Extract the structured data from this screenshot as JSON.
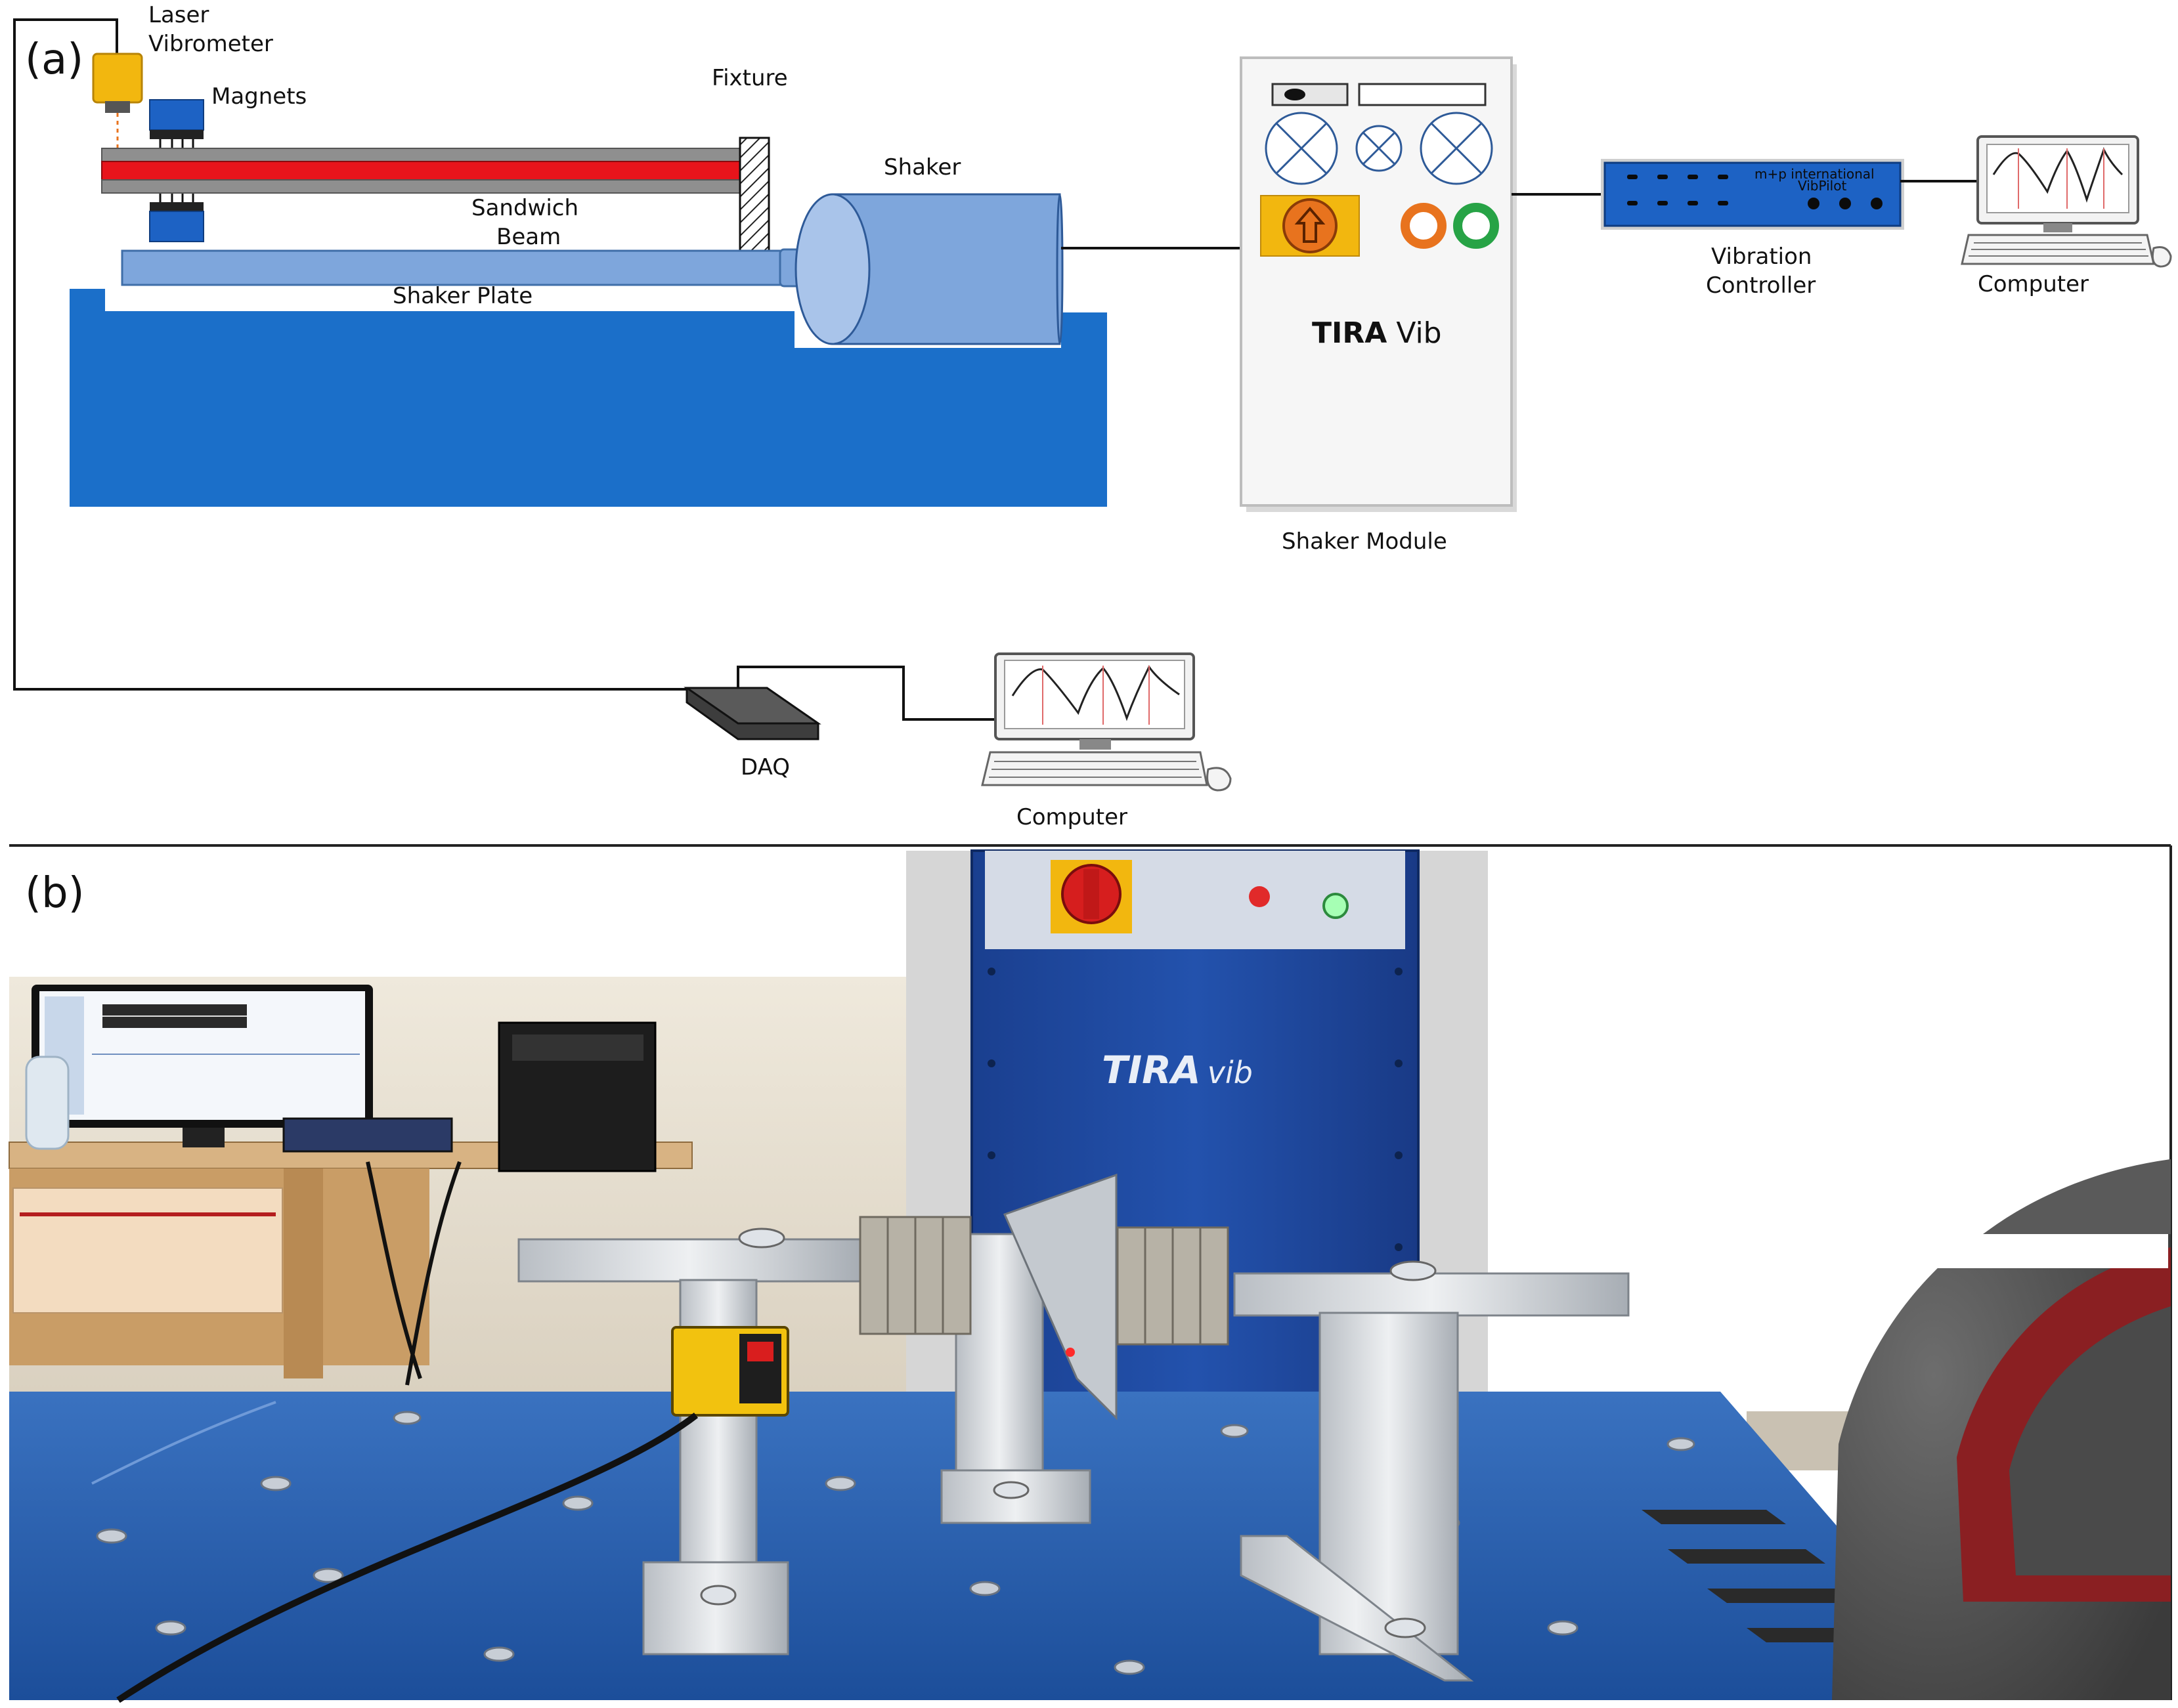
{
  "panel_a": {
    "label": "(a)",
    "laser_vibrometer": [
      "Laser",
      "Vibrometer"
    ],
    "magnets": "Magnets",
    "fixture": "Fixture",
    "shaker": "Shaker",
    "sandwich_beam": [
      "Sandwich",
      "Beam"
    ],
    "shaker_plate": "Shaker Plate",
    "shaker_module": {
      "label": "Shaker Module",
      "brand_bold": "TIRA",
      "brand_rest": " Vib"
    },
    "vibration_controller": {
      "label": [
        "Vibration",
        "Controller"
      ],
      "device_text": [
        "m+p international",
        "VibPilot"
      ]
    },
    "computer_right": "Computer",
    "daq": "DAQ",
    "computer_bottom": "Computer",
    "colors": {
      "base_blue": "#1b6fc9",
      "beam_red": "#e8141b",
      "beam_grey": "#8f8f8f",
      "shaker_blue": "#7ea6dc",
      "laser_yellow": "#f2b70f",
      "controller_blue": "#1d62c4",
      "knob_orange": "#e8731e",
      "knob_green": "#27a346"
    }
  },
  "panel_b": {
    "label": "(b)",
    "photo_brand_bold": "TIRA",
    "photo_brand_rest": "vib"
  }
}
